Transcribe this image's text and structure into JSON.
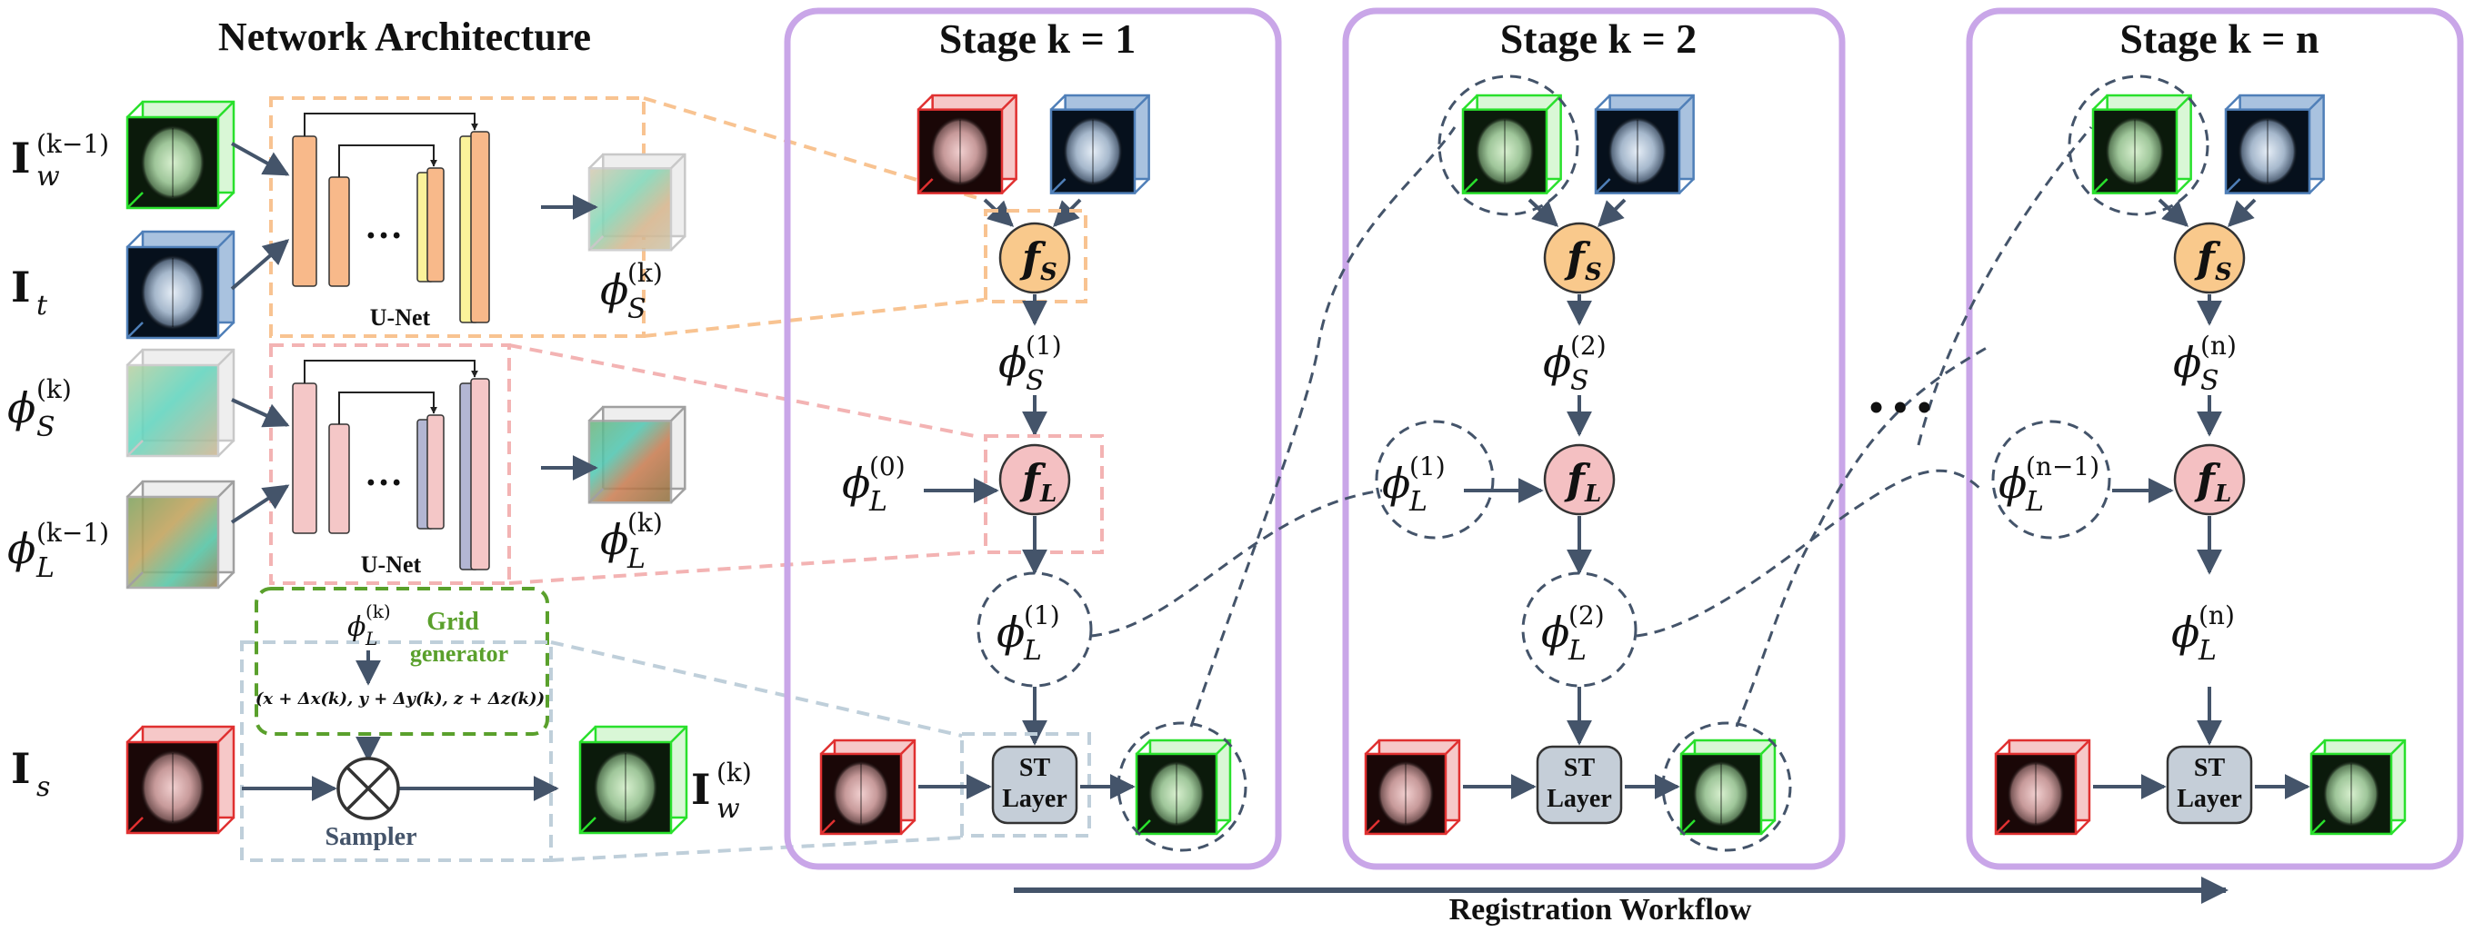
{
  "title": "Network Architecture",
  "stages": [
    {
      "title": "Stage k = 1",
      "phi_s": "(1)",
      "phi_l_in": "(0)",
      "phi_l_out": "(1)"
    },
    {
      "title": "Stage k = 2",
      "phi_s": "(2)",
      "phi_l_in": "(1)",
      "phi_l_out": "(2)"
    },
    {
      "title": "Stage k = n",
      "phi_s": "(n)",
      "phi_l_in": "(n−1)",
      "phi_l_out": "(n)"
    }
  ],
  "inputs": {
    "iw_prev": {
      "base": "I",
      "sub": "w",
      "sup": "(k−1)"
    },
    "it": {
      "base": "I",
      "sub": "t"
    },
    "phis_k": {
      "base": "ϕ",
      "sub": "S",
      "sup": "(k)"
    },
    "phil_prev": {
      "base": "ϕ",
      "sub": "L",
      "sup": "(k−1)"
    },
    "is": {
      "base": "I",
      "sub": "s"
    },
    "iw_k": {
      "base": "I",
      "sub": "w",
      "sup": "(k)"
    },
    "phis_out": {
      "base": "ϕ",
      "sub": "S",
      "sup": "(k)"
    },
    "phil_out": {
      "base": "ϕ",
      "sub": "L",
      "sup": "(k)"
    }
  },
  "unet_label": "U-Net",
  "ellipsis": "…",
  "grid": {
    "line1": "Grid",
    "line2": "generator",
    "input": {
      "base": "ϕ",
      "sub": "L",
      "sup": "(k)"
    },
    "formula": "(x + Δx(k), y + Δy(k), z + Δz(k))"
  },
  "sampler_label": "Sampler",
  "fs": {
    "base": "f",
    "sub": "S"
  },
  "fl": {
    "base": "f",
    "sub": "L"
  },
  "st_layer": {
    "line1": "ST",
    "line2": "Layer"
  },
  "stage_dots": "• • •",
  "workflow_label": "Registration Workflow",
  "colors": {
    "stage_border": "#c9a6e8",
    "fs_fill": "#f9c98c",
    "fl_fill": "#f4c0c2",
    "st_fill": "#c5ced8",
    "arrow": "#44546a",
    "unet_orange": "#f8b98a",
    "unet_yellow": "#fbf29a",
    "unet_pink": "#f4c7c7",
    "unet_lilac": "#b3b6d3",
    "box_orange_dash": "#f8c391",
    "box_pink_dash": "#f3b3b3",
    "box_blue_dash": "#bfcfda",
    "box_green_dash": "#5aa02c"
  }
}
